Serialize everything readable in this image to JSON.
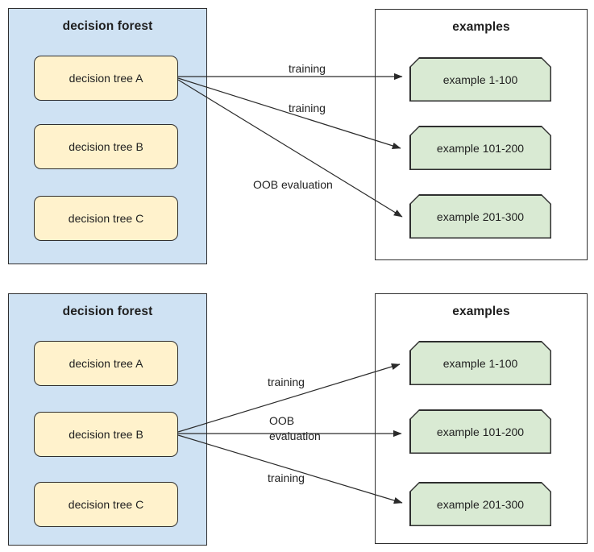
{
  "colors": {
    "page_bg": "#ffffff",
    "forest_fill": "#cfe2f3",
    "tree_fill": "#fff2cc",
    "examples_fill": "#ffffff",
    "example_fill": "#d9ead3",
    "border": "#2f2f2f",
    "arrow": "#2b2b2b",
    "text": "#1f1f1f"
  },
  "panels": [
    {
      "forest": {
        "title": "decision forest",
        "trees": [
          {
            "label": "decision tree A"
          },
          {
            "label": "decision tree B"
          },
          {
            "label": "decision tree C"
          }
        ]
      },
      "examples": {
        "title": "examples",
        "items": [
          {
            "label": "example 1-100"
          },
          {
            "label": "example 101-200"
          },
          {
            "label": "example 201-300"
          }
        ]
      },
      "arrows": [
        {
          "label": "training",
          "from": "decision tree A",
          "to": "example 1-100"
        },
        {
          "label": "training",
          "from": "decision tree A",
          "to": "example 101-200"
        },
        {
          "label": "OOB evaluation",
          "from": "decision tree A",
          "to": "example 201-300"
        }
      ]
    },
    {
      "forest": {
        "title": "decision forest",
        "trees": [
          {
            "label": "decision tree A"
          },
          {
            "label": "decision tree B"
          },
          {
            "label": "decision tree C"
          }
        ]
      },
      "examples": {
        "title": "examples",
        "items": [
          {
            "label": "example 1-100"
          },
          {
            "label": "example 101-200"
          },
          {
            "label": "example 201-300"
          }
        ]
      },
      "arrows": [
        {
          "label": "training",
          "from": "decision tree B",
          "to": "example 1-100"
        },
        {
          "label": "OOB\nevaluation",
          "from": "decision tree B",
          "to": "example 101-200"
        },
        {
          "label": "training",
          "from": "decision tree B",
          "to": "example 201-300"
        }
      ]
    }
  ]
}
